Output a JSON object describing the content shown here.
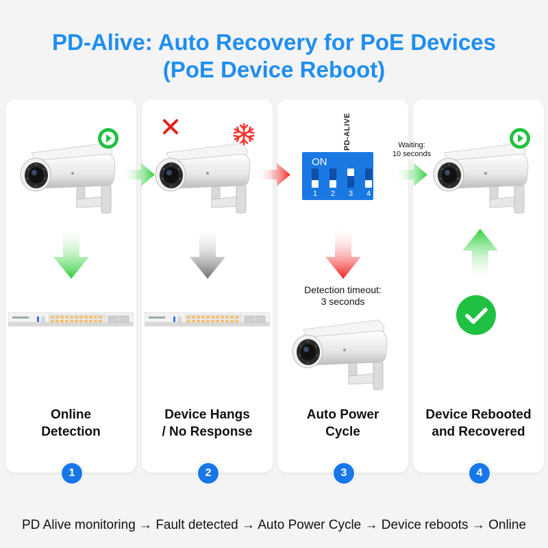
{
  "title": {
    "line1": "PD-Alive: Auto Recovery for PoE Devices",
    "line2": "(PoE Device Reboot)"
  },
  "steps": [
    {
      "number": "1",
      "label_line1": "Online",
      "label_line2": "Detection"
    },
    {
      "number": "2",
      "label_line1": "Device Hangs",
      "label_line2": "/ No Response"
    },
    {
      "number": "3",
      "label_line1": "Auto Power",
      "label_line2": "Cycle"
    },
    {
      "number": "4",
      "label_line1": "Device Rebooted",
      "label_line2": "and Recovered"
    }
  ],
  "dip_switch": {
    "on_label": "ON",
    "side_label": "PD-ALIVE",
    "positions": [
      "1",
      "2",
      "3",
      "4"
    ]
  },
  "detection_timeout": {
    "line1": "Detection timeout:",
    "line2": "3 seconds"
  },
  "waiting": {
    "line1": "Waiting:",
    "line2": "10 seconds"
  },
  "footer": "PD Alive monitoring → Fault detected → Auto Power Cycle → Device reboots → Online",
  "colors": {
    "title": "#1f8ef1",
    "green_arrow": "#3dcc3d",
    "red_arrow": "#f02b2b",
    "gray_arrow": "#707070",
    "badge": "#1877e8",
    "dip_switch": "#1978e2",
    "check_badge": "#20c043",
    "error_mark": "#e02020"
  },
  "icons": [
    "play-icon",
    "cross-icon",
    "snowflake-icon",
    "checkmark-icon",
    "camera-icon",
    "poe-switch-icon"
  ]
}
